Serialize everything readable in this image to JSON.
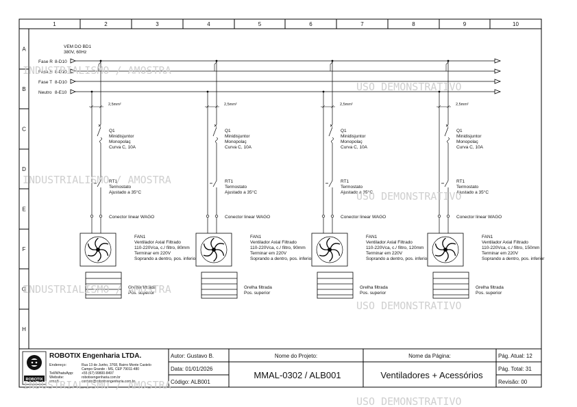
{
  "columns": [
    "1",
    "2",
    "3",
    "4",
    "5",
    "6",
    "7",
    "8",
    "9",
    "10"
  ],
  "rows": [
    "A",
    "B",
    "C",
    "D",
    "E",
    "F",
    "G",
    "H"
  ],
  "source": {
    "line1": "VEM DO BD1",
    "line2": "380V, 60Hz"
  },
  "buses": [
    {
      "label": "Fase R",
      "ref": "8-D10"
    },
    {
      "label": "Fase S",
      "ref": "8-D10"
    },
    {
      "label": "Fase T",
      "ref": "8-D10"
    },
    {
      "label": "Neutro",
      "ref": "8-E10"
    }
  ],
  "cable": "2,5mm²",
  "breaker": {
    "tag": "Q1",
    "l1": "Minidisjuntor",
    "l2": "Monopolaç",
    "l3": "Curva C, 10A"
  },
  "thermostat": {
    "tag": "RT1",
    "l1": "Termostato",
    "l2": "Ajustado a 35°C"
  },
  "connector": "Conector linear WAGO",
  "fans": [
    {
      "tag": "FAN1",
      "l1": "Ventilador Axial Filtrado",
      "l2": "110-220Vca, c./ filtro, 80mm",
      "l3": "Terminar em 220V",
      "l4": "Soprando a dentro, pos. inferior"
    },
    {
      "tag": "FAN1",
      "l1": "Ventilador Axial Filtrado",
      "l2": "110-220Vca, c./ filtro, 90mm",
      "l3": "Terminar em 220V",
      "l4": "Soprando a dentro, pos. inferior"
    },
    {
      "tag": "FAN1",
      "l1": "Ventilador Axial Filtrado",
      "l2": "110-220Vca, c./ filtro, 120mm",
      "l3": "Terminar em 220V",
      "l4": "Soprando a dentro, pos. inferior"
    },
    {
      "tag": "FAN1",
      "l1": "Ventilador Axial Filtrado",
      "l2": "110-220Vca, c./ filtro, 150mm",
      "l3": "Terminar em 220V",
      "l4": "Soprando a dentro, pos. inferior"
    }
  ],
  "grille": {
    "l1": "Grelha filtrada",
    "l2": "Pos. superior"
  },
  "title_block": {
    "company": "ROBOTIX Engenharia LTDA.",
    "logo_text": "ROBOTIX",
    "address_label": "Endereço:",
    "address_1": "Rua 13 de Junho, 3768, Bairro Monte Castelo",
    "address_2": "Campo Grande - MS, CEP 79011-480",
    "phone_label": "Tel/WhatsApp:",
    "phone": "+55 (67) 99800-8497",
    "website_label": "Website:",
    "website": "robotixengenharia.com.br",
    "email_label": "email:",
    "email": "contato@robotixengenharia.com.br",
    "author": "Autor: Gustavo B.",
    "date": "Data: 01/01/2026",
    "code": "Código: ALB001",
    "project_header": "Nome do Projeto:",
    "project_name": "MMAL-0302 / ALB001",
    "page_header": "Nome da Página:",
    "page_name": "Ventiladores + Acessórios",
    "page_current": "Pág. Atual: 12",
    "page_total": "Pág. Total: 31",
    "revision": "Revisão: 00"
  },
  "watermarks": {
    "a": "INDUSTRIALISMO / AMOSTRA",
    "b": "USO DEMONSTRATIVO"
  }
}
